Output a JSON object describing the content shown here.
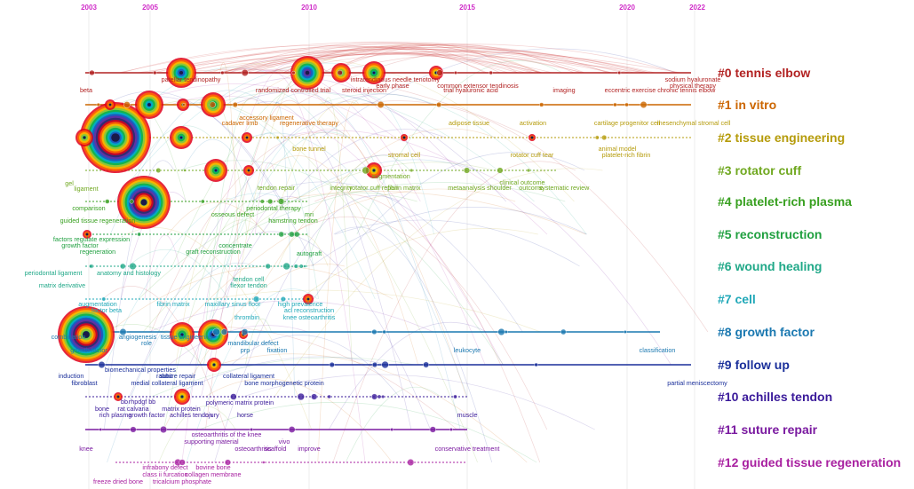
{
  "years": [
    "2003",
    "2005",
    "2010",
    "2015",
    "2020",
    "2022"
  ],
  "clusters": [
    {
      "id": "#0",
      "name": "tennis elbow",
      "color": "#b22222"
    },
    {
      "id": "#1",
      "name": "in vitro",
      "color": "#cc6600"
    },
    {
      "id": "#2",
      "name": "tissue engineering",
      "color": "#b59b0a"
    },
    {
      "id": "#3",
      "name": "rotator cuff",
      "color": "#70a820"
    },
    {
      "id": "#4",
      "name": "platelet-rich plasma",
      "color": "#38a020"
    },
    {
      "id": "#5",
      "name": "reconstruction",
      "color": "#20a040"
    },
    {
      "id": "#6",
      "name": "wound healing",
      "color": "#20a888"
    },
    {
      "id": "#7",
      "name": "cell",
      "color": "#20a8b8"
    },
    {
      "id": "#8",
      "name": "growth factor",
      "color": "#1a78b0"
    },
    {
      "id": "#9",
      "name": "follow up",
      "color": "#1a2f9a"
    },
    {
      "id": "#10",
      "name": "achilles tendon",
      "color": "#3a1a9a"
    },
    {
      "id": "#11",
      "name": "suture repair",
      "color": "#7a1aa0"
    },
    {
      "id": "#12",
      "name": "guided tissue regeneration",
      "color": "#a820a0"
    }
  ],
  "terms": [
    {
      "t": "beta",
      "c": 0
    },
    {
      "t": "patellar tendinopathy",
      "c": 0
    },
    {
      "t": "steroid injection",
      "c": 0
    },
    {
      "t": "intratendinous needle tenotomy",
      "c": 0
    },
    {
      "t": "common extensor tendinosis",
      "c": 0
    },
    {
      "t": "sodium hyaluronate",
      "c": 0
    },
    {
      "t": "physical therapy",
      "c": 0
    },
    {
      "t": "eccentric exercise chronic tennis elbow",
      "c": 0
    },
    {
      "t": "trial hyaluronic acid",
      "c": 0
    },
    {
      "t": "imaging",
      "c": 0
    },
    {
      "t": "randomized controlled trial",
      "c": 0
    },
    {
      "t": "early phase",
      "c": 0
    },
    {
      "t": "regenerative therapy",
      "c": 1
    },
    {
      "t": "accessory ligament",
      "c": 1
    },
    {
      "t": "cadaver limb",
      "c": 1
    },
    {
      "t": "adipose tissue",
      "c": 2
    },
    {
      "t": "activation",
      "c": 2
    },
    {
      "t": "cartilage progenitor cell",
      "c": 2
    },
    {
      "t": "mesenchymal stromal cell",
      "c": 2
    },
    {
      "t": "animal model",
      "c": 2
    },
    {
      "t": "platelet-rich fibrin",
      "c": 2
    },
    {
      "t": "stromal cell",
      "c": 2
    },
    {
      "t": "bone tunnel",
      "c": 2
    },
    {
      "t": "rotator cuff tear",
      "c": 2
    },
    {
      "t": "clinical outcome",
      "c": 3
    },
    {
      "t": "metaanalysis shoulder",
      "c": 3
    },
    {
      "t": "outcome",
      "c": 3
    },
    {
      "t": "systematic review",
      "c": 3
    },
    {
      "t": "fibrin matrix",
      "c": 3
    },
    {
      "t": "augmentation",
      "c": 3
    },
    {
      "t": "rotator cuff repair",
      "c": 3
    },
    {
      "t": "tendon repair",
      "c": 3
    },
    {
      "t": "integrity",
      "c": 3
    },
    {
      "t": "gel",
      "c": 3
    },
    {
      "t": "ligament",
      "c": 3
    },
    {
      "t": "comparison",
      "c": 4
    },
    {
      "t": "guided tissue regeneration",
      "c": 4
    },
    {
      "t": "periodontal therapy",
      "c": 4
    },
    {
      "t": "mri",
      "c": 4
    },
    {
      "t": "hamstring tendon",
      "c": 4
    },
    {
      "t": "osseous defect",
      "c": 4
    },
    {
      "t": "factors regulate expression",
      "c": 5
    },
    {
      "t": "growth factor",
      "c": 5
    },
    {
      "t": "regeneration",
      "c": 5
    },
    {
      "t": "graft reconstruction",
      "c": 5
    },
    {
      "t": "concentrate",
      "c": 5
    },
    {
      "t": "autograft",
      "c": 5
    },
    {
      "t": "periodontal ligament",
      "c": 6
    },
    {
      "t": "anatomy and histology",
      "c": 6
    },
    {
      "t": "matrix derivative",
      "c": 6
    },
    {
      "t": "flexor tendon",
      "c": 6
    },
    {
      "t": "tendon cell",
      "c": 6
    },
    {
      "t": "fibrin matrix",
      "c": 7
    },
    {
      "t": "maxillary sinus floor",
      "c": 7
    },
    {
      "t": "high prevalence",
      "c": 7
    },
    {
      "t": "acl reconstruction",
      "c": 7
    },
    {
      "t": "knee osteoarthritis",
      "c": 7
    },
    {
      "t": "augmentation",
      "c": 7
    },
    {
      "t": "thrombin",
      "c": 7
    },
    {
      "t": "factor beta",
      "c": 7
    },
    {
      "t": "angiogenesis",
      "c": 8
    },
    {
      "t": "role",
      "c": 8
    },
    {
      "t": "tissue engineering",
      "c": 8
    },
    {
      "t": "mandibular defect",
      "c": 8
    },
    {
      "t": "prp",
      "c": 8
    },
    {
      "t": "fixation",
      "c": 8
    },
    {
      "t": "leukocyte",
      "c": 8
    },
    {
      "t": "classification",
      "c": 8
    },
    {
      "t": "combination",
      "c": 8
    },
    {
      "t": "growth factor",
      "c": 8
    },
    {
      "t": "induction",
      "c": 9
    },
    {
      "t": "fibroblast",
      "c": 9
    },
    {
      "t": "biomechanical properties",
      "c": 9
    },
    {
      "t": "rabbit",
      "c": 9
    },
    {
      "t": "suture repair",
      "c": 9
    },
    {
      "t": "medial collateral ligament",
      "c": 9
    },
    {
      "t": "collateral ligament",
      "c": 9
    },
    {
      "t": "bone morphogenetic protein",
      "c": 9
    },
    {
      "t": "partial meniscectomy",
      "c": 9
    },
    {
      "t": "bone",
      "c": 10
    },
    {
      "t": "bb",
      "c": 10
    },
    {
      "t": "rhpdgf bb",
      "c": 10
    },
    {
      "t": "rat calvaria",
      "c": 10
    },
    {
      "t": "rich plasma",
      "c": 10
    },
    {
      "t": "growth factor",
      "c": 10
    },
    {
      "t": "matrix protein",
      "c": 10
    },
    {
      "t": "achilles tendon",
      "c": 10
    },
    {
      "t": "injury",
      "c": 10
    },
    {
      "t": "polymeric matrix protein",
      "c": 10
    },
    {
      "t": "horse",
      "c": 10
    },
    {
      "t": "muscle",
      "c": 10
    },
    {
      "t": "osteoarthritis of the knee",
      "c": 11
    },
    {
      "t": "supporting material",
      "c": 11
    },
    {
      "t": "osteoarthritis",
      "c": 11
    },
    {
      "t": "scaffold",
      "c": 11
    },
    {
      "t": "vivo",
      "c": 11
    },
    {
      "t": "improve",
      "c": 11
    },
    {
      "t": "knee",
      "c": 11
    },
    {
      "t": "conservative treatment",
      "c": 11
    },
    {
      "t": "infrabony defect",
      "c": 12
    },
    {
      "t": "bovine bone",
      "c": 12
    },
    {
      "t": "class ii furcation",
      "c": 12
    },
    {
      "t": "collagen membrane",
      "c": 12
    },
    {
      "t": "freeze dried bone",
      "c": 12
    },
    {
      "t": "tricalcium phosphate",
      "c": 12
    }
  ]
}
